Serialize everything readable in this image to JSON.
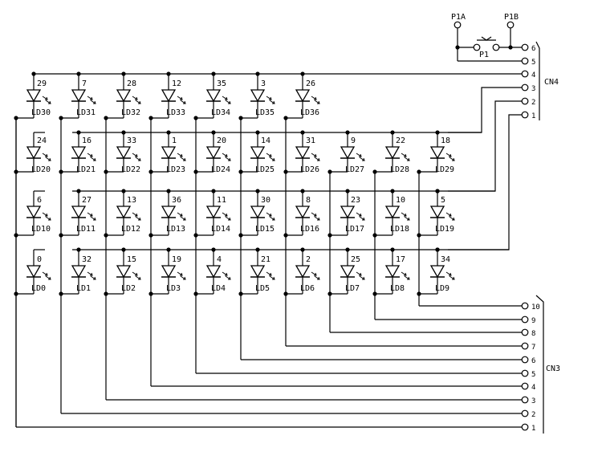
{
  "switch": {
    "pin_a": "P1A",
    "pin_b": "P1B",
    "name": "P1"
  },
  "connectors": {
    "cn4": {
      "name": "CN4",
      "pins": [
        "6",
        "5",
        "4",
        "3",
        "2",
        "1"
      ]
    },
    "cn3": {
      "name": "CN3",
      "pins": [
        "10",
        "9",
        "8",
        "7",
        "6",
        "5",
        "4",
        "3",
        "2",
        "1"
      ]
    }
  },
  "rows": [
    {
      "leds": [
        {
          "num": "29",
          "name": "LD30"
        },
        {
          "num": "7",
          "name": "LD31"
        },
        {
          "num": "28",
          "name": "LD32"
        },
        {
          "num": "12",
          "name": "LD33"
        },
        {
          "num": "35",
          "name": "LD34"
        },
        {
          "num": "3",
          "name": "LD35"
        },
        {
          "num": "26",
          "name": "LD36"
        }
      ]
    },
    {
      "leds": [
        {
          "num": "24",
          "name": "LD20"
        },
        {
          "num": "16",
          "name": "LD21"
        },
        {
          "num": "33",
          "name": "LD22"
        },
        {
          "num": "1",
          "name": "LD23"
        },
        {
          "num": "20",
          "name": "LD24"
        },
        {
          "num": "14",
          "name": "LD25"
        },
        {
          "num": "31",
          "name": "LD26"
        },
        {
          "num": "9",
          "name": "LD27"
        },
        {
          "num": "22",
          "name": "LD28"
        },
        {
          "num": "18",
          "name": "LD29"
        }
      ]
    },
    {
      "leds": [
        {
          "num": "6",
          "name": "LD10"
        },
        {
          "num": "27",
          "name": "LD11"
        },
        {
          "num": "13",
          "name": "LD12"
        },
        {
          "num": "36",
          "name": "LD13"
        },
        {
          "num": "11",
          "name": "LD14"
        },
        {
          "num": "30",
          "name": "LD15"
        },
        {
          "num": "8",
          "name": "LD16"
        },
        {
          "num": "23",
          "name": "LD17"
        },
        {
          "num": "10",
          "name": "LD18"
        },
        {
          "num": "5",
          "name": "LD19"
        }
      ]
    },
    {
      "leds": [
        {
          "num": "0",
          "name": "LD0"
        },
        {
          "num": "32",
          "name": "LD1"
        },
        {
          "num": "15",
          "name": "LD2"
        },
        {
          "num": "19",
          "name": "LD3"
        },
        {
          "num": "4",
          "name": "LD4"
        },
        {
          "num": "21",
          "name": "LD5"
        },
        {
          "num": "2",
          "name": "LD6"
        },
        {
          "num": "25",
          "name": "LD7"
        },
        {
          "num": "17",
          "name": "LD8"
        },
        {
          "num": "34",
          "name": "LD9"
        }
      ]
    }
  ]
}
